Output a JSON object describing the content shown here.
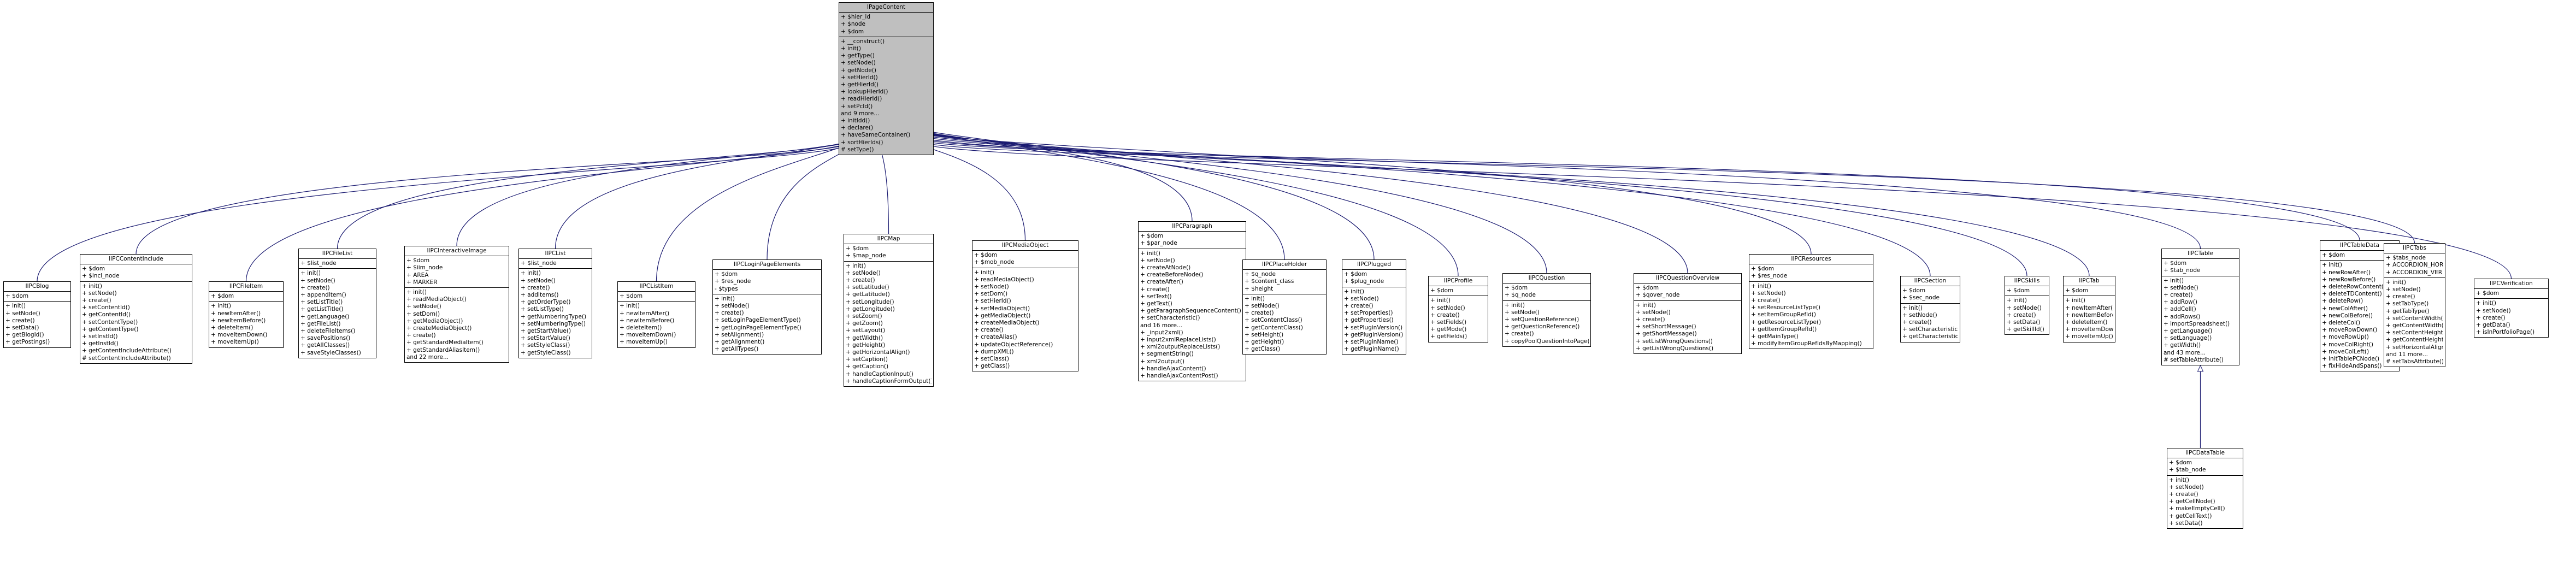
{
  "page": {
    "title": "IPageContent inheritance diagram"
  },
  "colors": {
    "edge": "#191970",
    "box_border": "#000000",
    "base_fill": "#bfbfbf",
    "box_fill": "#ffffff"
  },
  "base": {
    "name": "IPageContent",
    "attrs": [
      "+ $hier_id",
      "+ $node",
      "+ $dom"
    ],
    "ops": [
      "+ __construct()",
      "+ init()",
      "+ getType()",
      "+ setNode()",
      "+ getNode()",
      "+ setHierId()",
      "+ getHierId()",
      "+ lookupHierId()",
      "+ readHierId()",
      "+ setPcId()",
      "and 9 more...",
      "+ initIdd()",
      "+ declare()",
      "+ haveSameContainer()",
      "+ sortHierIds()",
      "# setType()"
    ]
  },
  "classes": [
    {
      "name": "IlPCBlog",
      "attrs": [
        "+ $dom"
      ],
      "ops": [
        "+ init()",
        "+ setNode()",
        "+ create()",
        "+ setData()",
        "+ getBlogId()",
        "+ getPostings()"
      ]
    },
    {
      "name": "IlPCContentInclude",
      "attrs": [
        "+ $dom",
        "+ $incl_node"
      ],
      "ops": [
        "+ init()",
        "+ setNode()",
        "+ create()",
        "+ setContentId()",
        "+ getContentId()",
        "+ setContentType()",
        "+ getContentType()",
        "+ setInstId()",
        "+ getInstId()",
        "+ getContentIncludeAttribute()",
        "# setContentIncludeAttribute()"
      ]
    },
    {
      "name": "IlPCFileItem",
      "attrs": [
        "+ $dom"
      ],
      "ops": [
        "+ init()",
        "+ newItemAfter()",
        "+ newItemBefore()",
        "+ deleteItem()",
        "+ moveItemDown()",
        "+ moveItemUp()"
      ]
    },
    {
      "name": "IlPCFileList",
      "attrs": [
        "+ $list_node"
      ],
      "ops": [
        "+ init()",
        "+ setNode()",
        "+ create()",
        "+ appendItem()",
        "+ setListTitle()",
        "+ getListTitle()",
        "+ getLanguage()",
        "+ getFileList()",
        "+ deleteFileItems()",
        "+ savePositions()",
        "+ getAllClasses()",
        "+ saveStyleClasses()"
      ]
    },
    {
      "name": "IlPCInteractiveImage",
      "attrs": [
        "+ $dom",
        "+ $iim_node",
        "+ AREA",
        "+ MARKER"
      ],
      "ops": [
        "+ init()",
        "+ readMediaObject()",
        "+ setNode()",
        "+ setDom()",
        "+ getMediaObject()",
        "+ createMediaObject()",
        "+ create()",
        "+ getStandardMediaItem()",
        "+ getStandardAliasItem()",
        "and 22 more..."
      ]
    },
    {
      "name": "IlPCList",
      "attrs": [
        "+ $list_node"
      ],
      "ops": [
        "+ init()",
        "+ setNode()",
        "+ create()",
        "+ addItems()",
        "+ getOrderType()",
        "+ setListType()",
        "+ getNumberingType()",
        "+ setNumberingType()",
        "+ getStartValue()",
        "+ setStartValue()",
        "+ setStyleClass()",
        "+ getStyleClass()"
      ]
    },
    {
      "name": "IlPCListItem",
      "attrs": [
        "+ $dom"
      ],
      "ops": [
        "+ init()",
        "+ newItemAfter()",
        "+ newItemBefore()",
        "+ deleteItem()",
        "+ moveItemDown()",
        "+ moveItemUp()"
      ]
    },
    {
      "name": "IlPCLoginPageElements",
      "attrs": [
        "+ $dom",
        "+ $res_node",
        "- $types"
      ],
      "ops": [
        "+ init()",
        "+ setNode()",
        "+ create()",
        "+ setLoginPageElementType()",
        "+ getLoginPageElementType()",
        "+ setAlignment()",
        "+ getAlignment()",
        "+ getAllTypes()"
      ]
    },
    {
      "name": "IlPCMap",
      "attrs": [
        "+ $dom",
        "+ $map_node"
      ],
      "ops": [
        "+ init()",
        "+ setNode()",
        "+ create()",
        "+ setLatitude()",
        "+ getLatitude()",
        "+ setLongitude()",
        "+ getLongitude()",
        "+ setZoom()",
        "+ getZoom()",
        "+ setLayout()",
        "+ getWidth()",
        "+ getHeight()",
        "+ getHorizontalAlign()",
        "+ setCaption()",
        "+ getCaption()",
        "+ handleCaptionInput()",
        "+ handleCaptionFormOutput()"
      ]
    },
    {
      "name": "IlPCMediaObject",
      "attrs": [
        "+ $dom",
        "+ $mob_node"
      ],
      "ops": [
        "+ init()",
        "+ readMediaObject()",
        "+ setNode()",
        "+ setDom()",
        "+ setHierId()",
        "+ setMediaObject()",
        "+ getMediaObject()",
        "+ createMediaObject()",
        "+ create()",
        "+ createAlias()",
        "+ updateObjectReference()",
        "+ dumpXML()",
        "+ setClass()",
        "+ getClass()"
      ]
    },
    {
      "name": "IlPCParagraph",
      "attrs": [
        "+ $dom",
        "+ $par_node"
      ],
      "ops": [
        "+ init()",
        "+ setNode()",
        "+ createAtNode()",
        "+ createBeforeNode()",
        "+ createAfter()",
        "+ create()",
        "+ setText()",
        "+ getText()",
        "+ getParagraphSequenceContent()",
        "+ setCharacteristic()",
        "and 16 more...",
        "+ _input2xml()",
        "+ input2xmlReplaceLists()",
        "+ xml2outputReplaceLists()",
        "+ segmentString()",
        "+ xml2output()",
        "+ handleAjaxContent()",
        "+ handleAjaxContentPost()"
      ]
    },
    {
      "name": "IlPCPlaceHolder",
      "attrs": [
        "+ $q_node",
        "+ $content_class",
        "+ $height"
      ],
      "ops": [
        "+ init()",
        "+ setNode()",
        "+ create()",
        "+ setContentClass()",
        "+ getContentClass()",
        "+ setHeight()",
        "+ getHeight()",
        "+ getClass()"
      ]
    },
    {
      "name": "IlPCPlugged",
      "attrs": [
        "+ $dom",
        "+ $plug_node"
      ],
      "ops": [
        "+ init()",
        "+ setNode()",
        "+ create()",
        "+ setProperties()",
        "+ getProperties()",
        "+ setPluginVersion()",
        "+ getPluginVersion()",
        "+ setPluginName()",
        "+ getPluginName()"
      ]
    },
    {
      "name": "IlPCProfile",
      "attrs": [
        "+ $dom"
      ],
      "ops": [
        "+ init()",
        "+ setNode()",
        "+ create()",
        "+ setFields()",
        "+ getMode()",
        "+ getFields()"
      ]
    },
    {
      "name": "IlPCQuestion",
      "attrs": [
        "+ $dom",
        "+ $q_node"
      ],
      "ops": [
        "+ init()",
        "+ setNode()",
        "+ setQuestionReference()",
        "+ getQuestionReference()",
        "+ create()",
        "+ copyPoolQuestionIntoPage()"
      ]
    },
    {
      "name": "IlPCQuestionOverview",
      "attrs": [
        "+ $dom",
        "+ $qover_node"
      ],
      "ops": [
        "+ init()",
        "+ setNode()",
        "+ create()",
        "+ setShortMessage()",
        "+ getShortMessage()",
        "+ setListWrongQuestions()",
        "+ getListWrongQuestions()"
      ]
    },
    {
      "name": "IlPCResources",
      "attrs": [
        "+ $dom",
        "+ $res_node"
      ],
      "ops": [
        "+ init()",
        "+ setNode()",
        "+ create()",
        "+ setResourceListType()",
        "+ setItemGroupRefId()",
        "+ getResourceListType()",
        "+ getItemGroupRefId()",
        "+ getMainType()",
        "+ modifyItemGroupRefIdsByMapping()"
      ]
    },
    {
      "name": "IlPCSection",
      "attrs": [
        "+ $dom",
        "+ $sec_node"
      ],
      "ops": [
        "+ init()",
        "+ setNode()",
        "+ create()",
        "+ setCharacteristic()",
        "+ getCharacteristic()"
      ]
    },
    {
      "name": "IlPCSkills",
      "attrs": [
        "+ $dom"
      ],
      "ops": [
        "+ init()",
        "+ setNode()",
        "+ create()",
        "+ setData()",
        "+ getSkillId()"
      ]
    },
    {
      "name": "IlPCTab",
      "attrs": [
        "+ $dom"
      ],
      "ops": [
        "+ init()",
        "+ newItemAfter()",
        "+ newItemBefore()",
        "+ deleteItem()",
        "+ moveItemDown()",
        "+ moveItemUp()"
      ]
    },
    {
      "name": "IlPCTable",
      "attrs": [
        "+ $dom",
        "+ $tab_node"
      ],
      "ops": [
        "+ init()",
        "+ setNode()",
        "+ create()",
        "+ addRow()",
        "+ addCell()",
        "+ addRows()",
        "+ importSpreadsheet()",
        "+ getLanguage()",
        "+ setLanguage()",
        "+ getWidth()",
        "and 43 more...",
        "# setTableAttribute()"
      ]
    },
    {
      "name": "IlPCTableData",
      "attrs": [
        "+ $dom"
      ],
      "ops": [
        "+ init()",
        "+ newRowAfter()",
        "+ newRowBefore()",
        "+ deleteRowContent()",
        "+ deleteTDContent()",
        "+ deleteRow()",
        "+ newColAfter()",
        "+ newColBefore()",
        "+ deleteCol()",
        "+ moveRowDown()",
        "+ moveRowUp()",
        "+ moveColRight()",
        "+ moveColLeft()",
        "+ initTablePCNode()",
        "+ fixHideAndSpans()"
      ]
    },
    {
      "name": "IlPCTabs",
      "attrs": [
        "+ $tabs_node",
        "+ ACCORDION_HOR",
        "+ ACCORDION_VER"
      ],
      "ops": [
        "+ init()",
        "+ setNode()",
        "+ create()",
        "+ setTabType()",
        "+ getTabType()",
        "+ setContentWidth()",
        "+ getContentWidth()",
        "+ setContentHeight()",
        "+ getContentHeight()",
        "+ setHorizontalAlign()",
        "and 11 more...",
        "# setTabsAttribute()"
      ]
    },
    {
      "name": "IlPCVerification",
      "attrs": [
        "+ $dom"
      ],
      "ops": [
        "+ init()",
        "+ setNode()",
        "+ create()",
        "+ getData()",
        "+ isInPortfolioPage()"
      ]
    },
    {
      "name": "IlPCDataTable",
      "attrs": [
        "+ $dom",
        "+ $tab_node"
      ],
      "ops": [
        "+ init()",
        "+ setNode()",
        "+ create()",
        "+ getCellNode()",
        "+ makeEmptyCell()",
        "+ getCellText()",
        "+ setData()"
      ]
    }
  ]
}
